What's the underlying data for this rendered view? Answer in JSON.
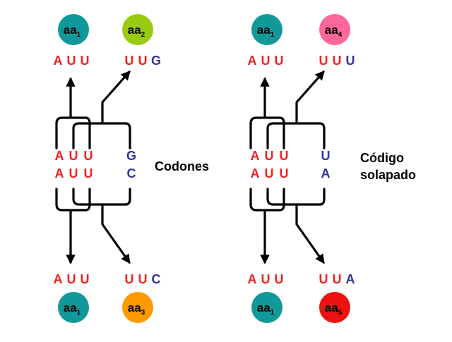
{
  "colors": {
    "red": "#ee2222",
    "blue": "#333399",
    "teal": "#119999",
    "lime": "#99cc11",
    "orange": "#ff9900",
    "pink": "#ff6699",
    "scarlet": "#ee1111",
    "ink": "#000000"
  },
  "panels": [
    {
      "id": "left",
      "caption": "Codones",
      "top_circles": [
        {
          "label": "aa",
          "sub": "1",
          "color": "#119999"
        },
        {
          "label": "aa",
          "sub": "2",
          "color": "#99cc11"
        }
      ],
      "top_codons": [
        {
          "letters": [
            [
              "A",
              "red"
            ],
            [
              "U",
              "red"
            ],
            [
              "U",
              "red"
            ]
          ]
        },
        {
          "letters": [
            [
              "U",
              "red"
            ],
            [
              "U",
              "red"
            ],
            [
              "G",
              "blue"
            ]
          ]
        }
      ],
      "mid_rows": [
        {
          "letters": [
            [
              "A",
              "red"
            ],
            [
              "U",
              "red"
            ],
            [
              "U",
              "red"
            ],
            [
              "G",
              "blue"
            ]
          ]
        },
        {
          "letters": [
            [
              "A",
              "red"
            ],
            [
              "U",
              "red"
            ],
            [
              "U",
              "red"
            ],
            [
              "C",
              "blue"
            ]
          ]
        }
      ],
      "bottom_codons": [
        {
          "letters": [
            [
              "A",
              "red"
            ],
            [
              "U",
              "red"
            ],
            [
              "U",
              "red"
            ]
          ]
        },
        {
          "letters": [
            [
              "U",
              "red"
            ],
            [
              "U",
              "red"
            ],
            [
              "C",
              "blue"
            ]
          ]
        }
      ],
      "bottom_circles": [
        {
          "label": "aa",
          "sub": "1",
          "color": "#119999"
        },
        {
          "label": "aa",
          "sub": "3",
          "color": "#ff9900"
        }
      ]
    },
    {
      "id": "right",
      "caption": "Código solapado",
      "top_circles": [
        {
          "label": "aa",
          "sub": "1",
          "color": "#119999"
        },
        {
          "label": "aa",
          "sub": "4",
          "color": "#ff6699"
        }
      ],
      "top_codons": [
        {
          "letters": [
            [
              "A",
              "red"
            ],
            [
              "U",
              "red"
            ],
            [
              "U",
              "red"
            ]
          ]
        },
        {
          "letters": [
            [
              "U",
              "red"
            ],
            [
              "U",
              "red"
            ],
            [
              "U",
              "blue"
            ]
          ]
        }
      ],
      "mid_rows": [
        {
          "letters": [
            [
              "A",
              "red"
            ],
            [
              "U",
              "red"
            ],
            [
              "U",
              "red"
            ],
            [
              "U",
              "blue"
            ]
          ]
        },
        {
          "letters": [
            [
              "A",
              "red"
            ],
            [
              "U",
              "red"
            ],
            [
              "U",
              "red"
            ],
            [
              "A",
              "blue"
            ]
          ]
        }
      ],
      "bottom_codons": [
        {
          "letters": [
            [
              "A",
              "red"
            ],
            [
              "U",
              "red"
            ],
            [
              "U",
              "red"
            ]
          ]
        },
        {
          "letters": [
            [
              "U",
              "red"
            ],
            [
              "U",
              "red"
            ],
            [
              "A",
              "blue"
            ]
          ]
        }
      ],
      "bottom_circles": [
        {
          "label": "aa",
          "sub": "1",
          "color": "#119999"
        },
        {
          "label": "aa",
          "sub": "5",
          "color": "#ee1111"
        }
      ]
    }
  ]
}
